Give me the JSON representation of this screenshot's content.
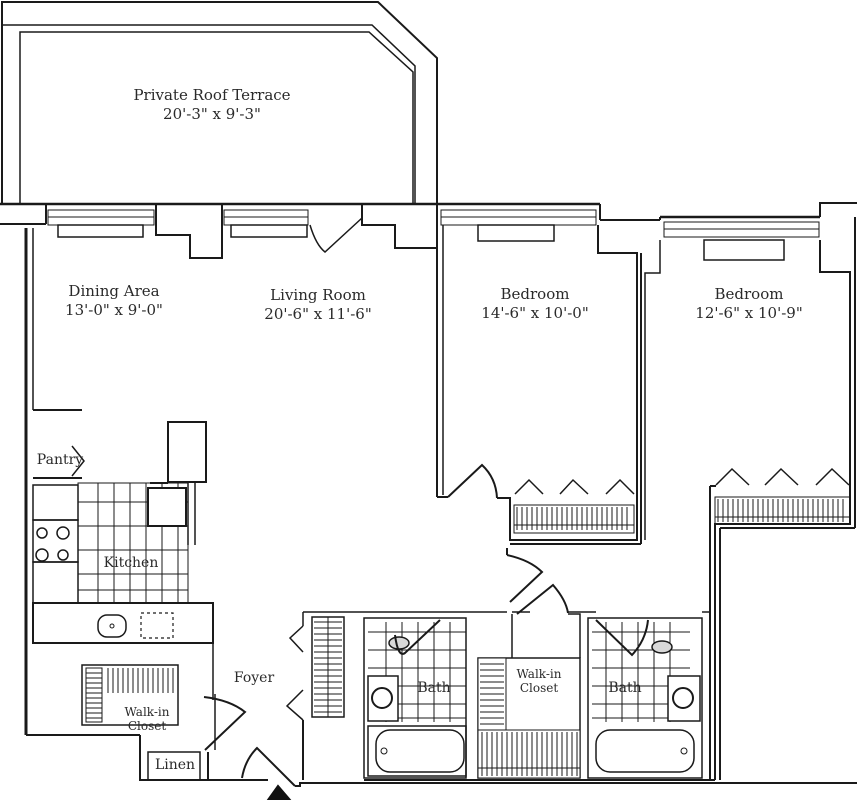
{
  "plan": {
    "type": "apartment-floor-plan",
    "line_color": "#1a1a1a",
    "background": "#ffffff",
    "rooms": {
      "terrace": {
        "name": "Private Roof Terrace",
        "dims": "20'-3\" x 9'-3\""
      },
      "dining": {
        "name": "Dining Area",
        "dims": "13'-0\" x 9'-0\""
      },
      "living": {
        "name": "Living Room",
        "dims": "20'-6\" x 11'-6\""
      },
      "bedroom1": {
        "name": "Bedroom",
        "dims": "14'-6\" x 10'-0\""
      },
      "bedroom2": {
        "name": "Bedroom",
        "dims": "12'-6\" x 10'-9\""
      },
      "pantry": {
        "name": "Pantry"
      },
      "kitchen": {
        "name": "Kitchen"
      },
      "foyer": {
        "name": "Foyer"
      },
      "walkin1": {
        "name": "Walk-in",
        "name2": "Closet"
      },
      "linen": {
        "name": "Linen"
      },
      "bath1": {
        "name": "Bath"
      },
      "walkin2": {
        "name": "Walk-in",
        "name2": "Closet"
      },
      "bath2": {
        "name": "Bath"
      }
    },
    "entry_marker": "entry-arrow"
  }
}
